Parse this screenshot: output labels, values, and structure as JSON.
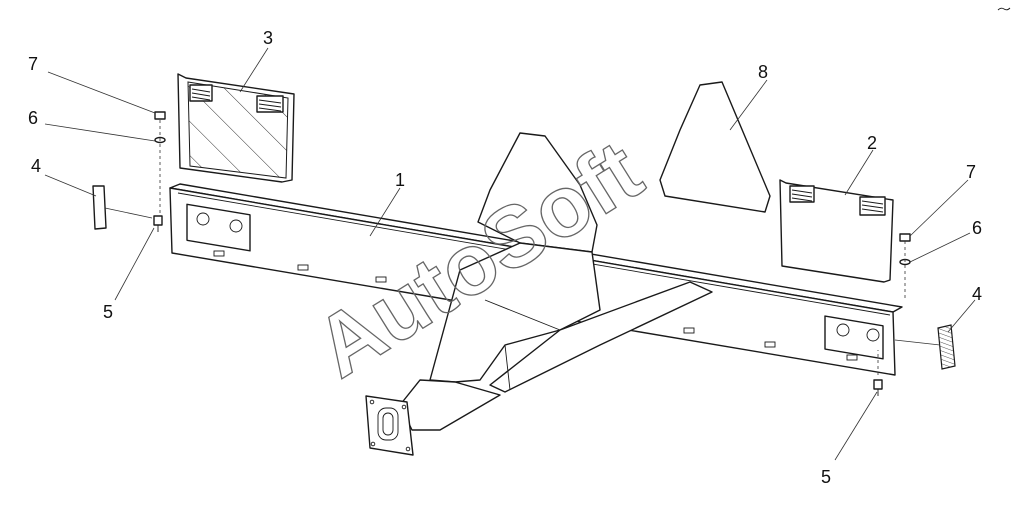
{
  "watermark": "AutoSoft",
  "callouts": [
    {
      "id": "c1",
      "label": "1"
    },
    {
      "id": "c2",
      "label": "2"
    },
    {
      "id": "c3",
      "label": "3"
    },
    {
      "id": "c4a",
      "label": "4"
    },
    {
      "id": "c4b",
      "label": "4"
    },
    {
      "id": "c5a",
      "label": "5"
    },
    {
      "id": "c5b",
      "label": "5"
    },
    {
      "id": "c6a",
      "label": "6"
    },
    {
      "id": "c6b",
      "label": "6"
    },
    {
      "id": "c7a",
      "label": "7"
    },
    {
      "id": "c7b",
      "label": "7"
    },
    {
      "id": "c8",
      "label": "8"
    }
  ]
}
